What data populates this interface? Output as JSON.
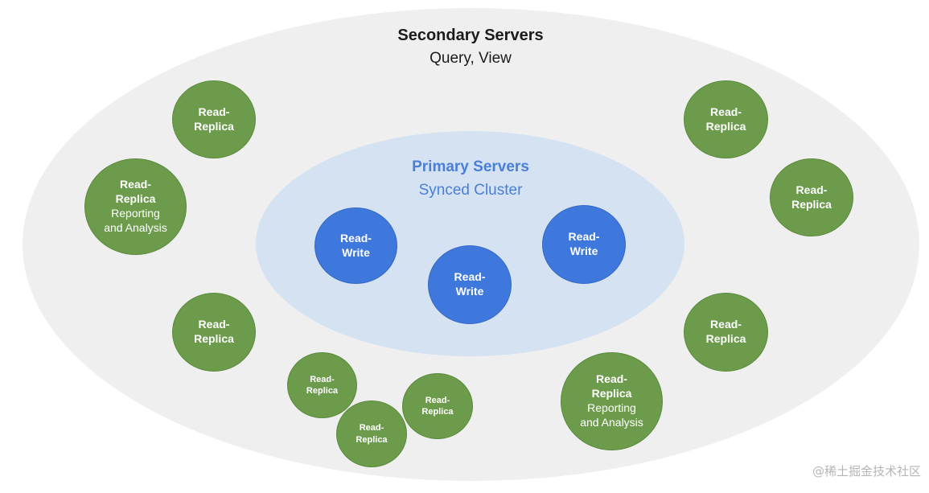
{
  "secondary": {
    "title": "Secondary Servers",
    "subtitle": "Query, View",
    "fill_color": "#efefef"
  },
  "primary": {
    "title": "Primary Servers",
    "subtitle": "Synced Cluster",
    "fill_color": "#d4e2f2",
    "text_color": "#4a7fd8"
  },
  "node_colors": {
    "replica": "#6c9c4b",
    "primary": "#3f78dd",
    "label": "#ffffff"
  },
  "primary_nodes": [
    {
      "line1": "Read-",
      "line2": "Write"
    },
    {
      "line1": "Read-",
      "line2": "Write"
    },
    {
      "line1": "Read-",
      "line2": "Write"
    }
  ],
  "replica_nodes": [
    {
      "line1": "Read-",
      "line2": "Replica"
    },
    {
      "line1": "Read-",
      "line2": "Replica",
      "line3": "Reporting",
      "line4": "and Analysis"
    },
    {
      "line1": "Read-",
      "line2": "Replica"
    },
    {
      "line1": "Read-",
      "line2": "Replica"
    },
    {
      "line1": "Read-",
      "line2": "Replica"
    },
    {
      "line1": "Read-",
      "line2": "Replica"
    },
    {
      "line1": "Read-",
      "line2": "Replica"
    },
    {
      "line1": "Read-",
      "line2": "Replica"
    },
    {
      "line1": "Read-",
      "line2": "Replica"
    },
    {
      "line1": "Read-",
      "line2": "Replica",
      "line3": "Reporting",
      "line4": "and Analysis"
    }
  ],
  "watermark": "@稀土掘金技术社区"
}
